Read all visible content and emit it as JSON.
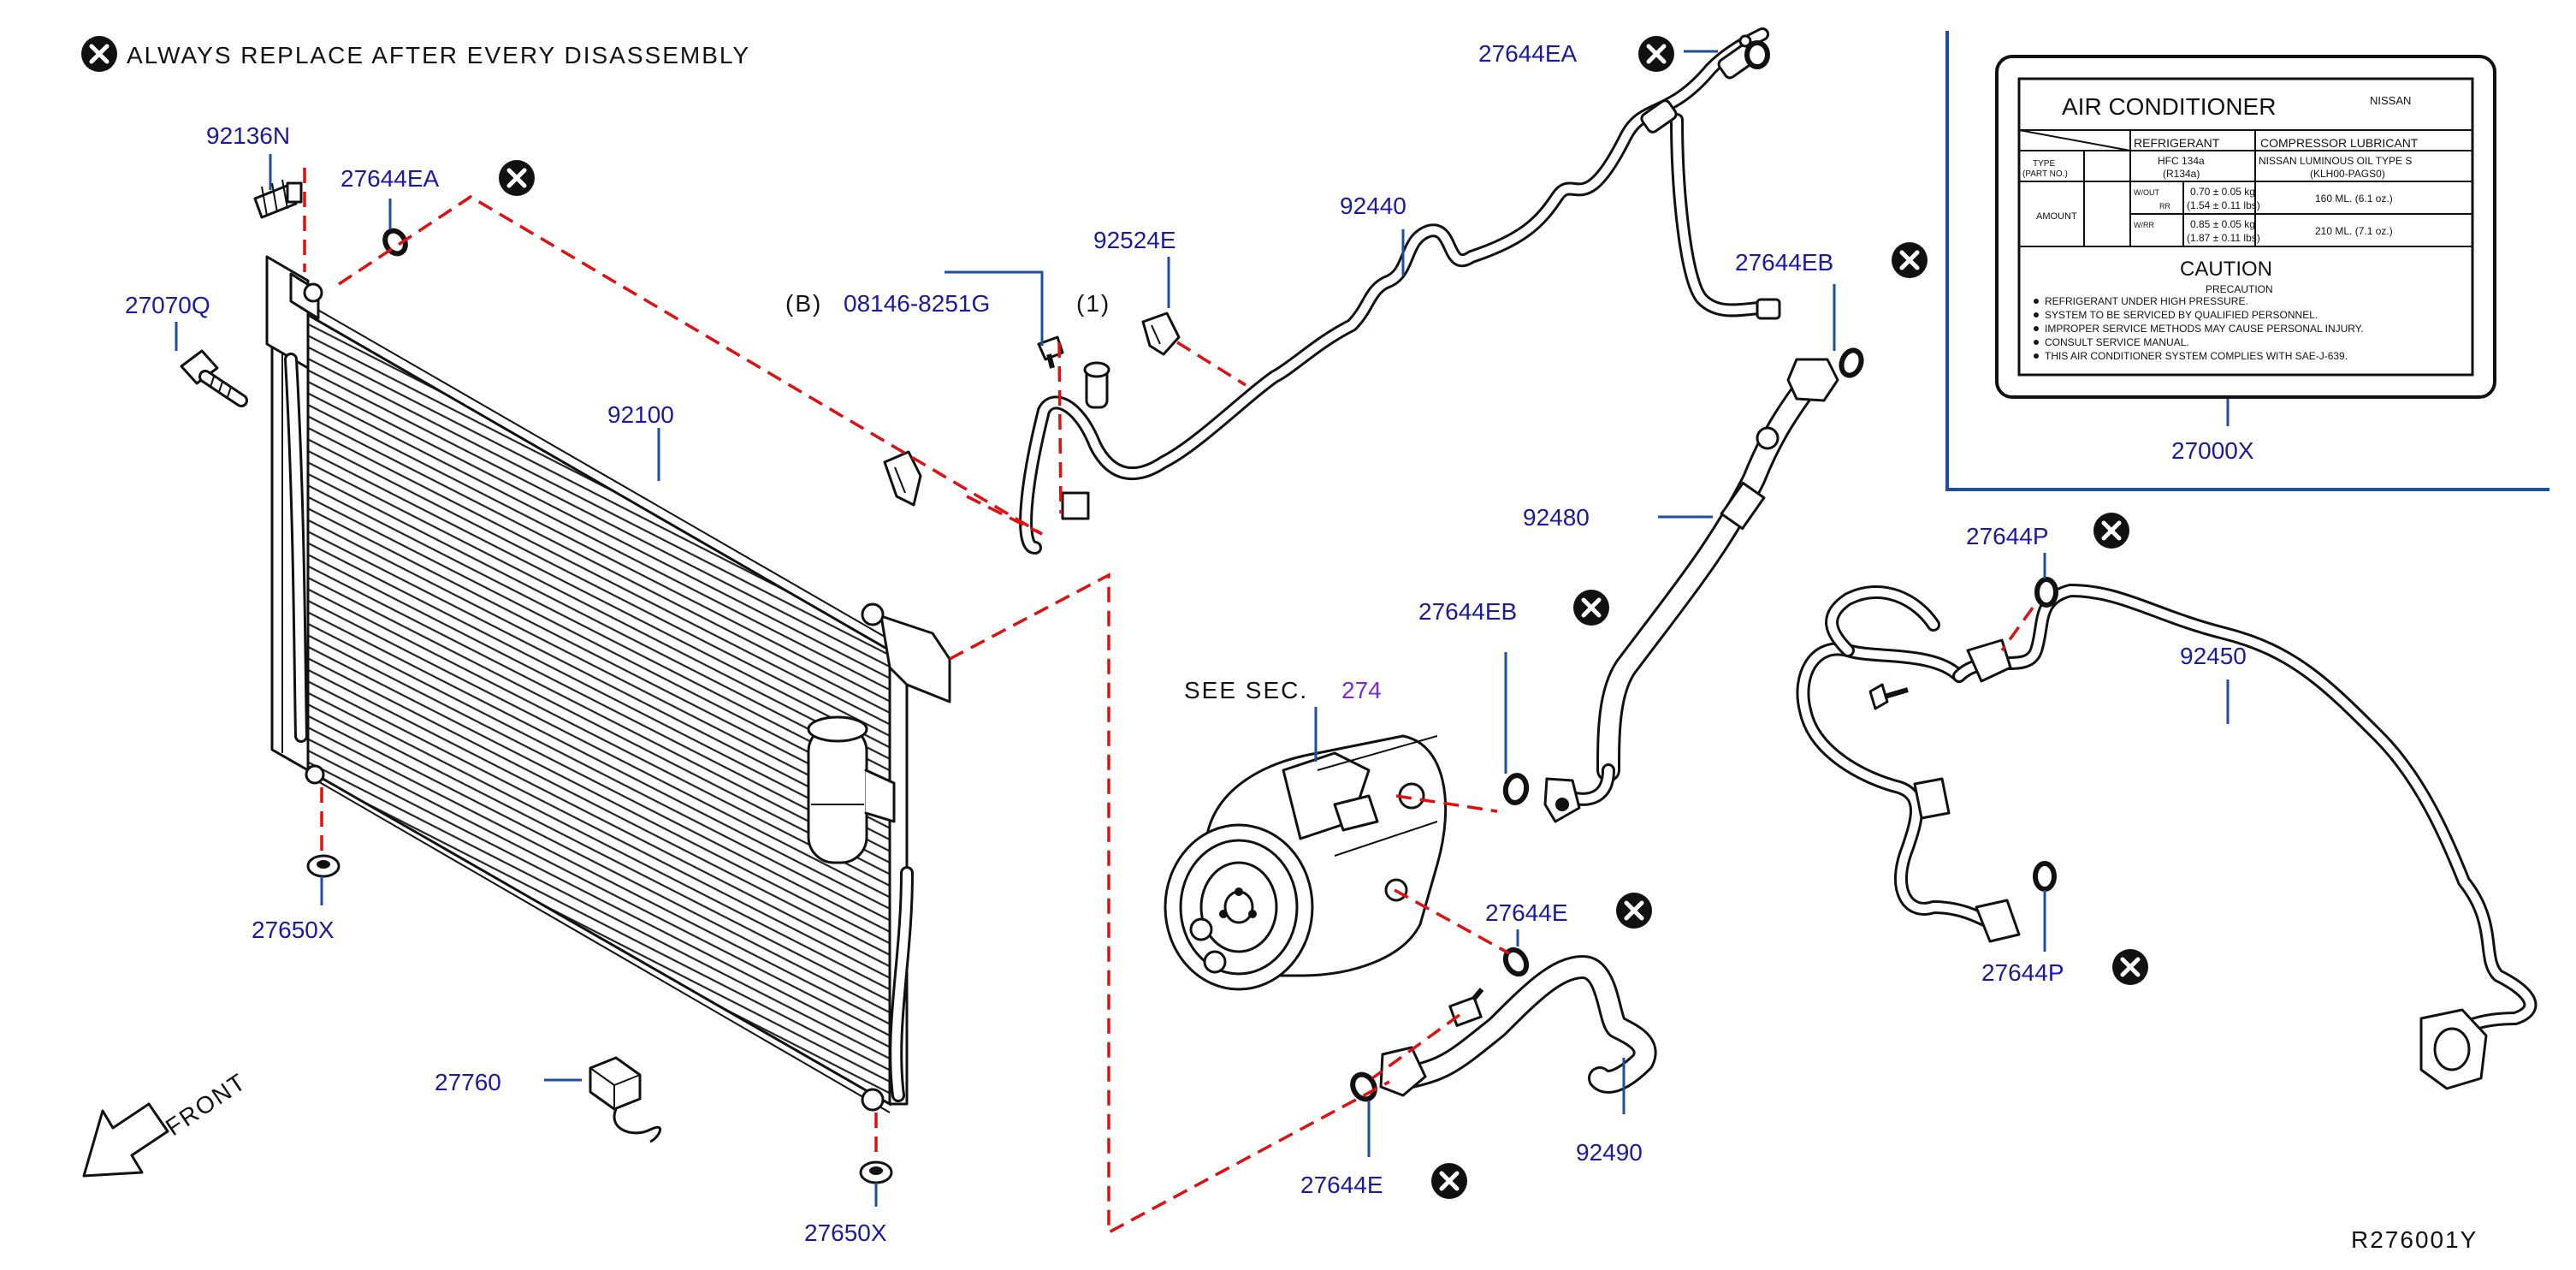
{
  "legend": {
    "text": "ALWAYS REPLACE AFTER EVERY DISASSEMBLY",
    "icon": "x-circle-icon"
  },
  "reference": "R276001Y",
  "front_label": "FRONT",
  "compressor_ref": {
    "see": "SEE SEC.",
    "section": "274"
  },
  "bolt_note": {
    "prefix": "(B)",
    "part": "08146-8251G",
    "qty": "(1)"
  },
  "parts": {
    "p92136N": "92136N",
    "p27644EA_a": "27644EA",
    "p27644EA_b": "27644EA",
    "p27070Q": "27070Q",
    "p92100": "92100",
    "p92524E": "92524E",
    "p92440": "92440",
    "p27644EB_a": "27644EB",
    "p27644EB_b": "27644EB",
    "p92480": "92480",
    "p27650X_a": "27650X",
    "p27650X_b": "27650X",
    "p27760": "27760",
    "p27644E_a": "27644E",
    "p27644E_b": "27644E",
    "p92490": "92490",
    "p27644P_a": "27644P",
    "p27644P_b": "27644P",
    "p92450": "92450",
    "p27000X": "27000X"
  },
  "label_card": {
    "title": "AIR CONDITIONER",
    "brand": "NISSAN",
    "col_refrigerant": "REFRIGERANT",
    "col_compressor": "COMPRESSOR LUBRICANT",
    "type_label": "TYPE",
    "part_no_label": "(PART NO.)",
    "refrigerant_type": "HFC 134a",
    "refrigerant_type2": "(R134a)",
    "lubricant_type": "NISSAN LUMINOUS OIL TYPE S",
    "lubricant_part": "(KLH00-PAGS0)",
    "amount_label": "AMOUNT",
    "wout_label": "W/OUT",
    "rr_label": "RR",
    "wrr_label": "W/RR",
    "wout_kg": "0.70 ± 0.05 kg",
    "wout_lbs": "(1.54 ± 0.11 lbs)",
    "wrr_kg": "0.85 ± 0.05 kg",
    "wrr_lbs": "(1.87 ± 0.11 lbs)",
    "lub_wout": "160 ML. (6.1 oz.)",
    "lub_wrr": "210 ML. (7.1 oz.)",
    "caution_title": "CAUTION",
    "precaution": "PRECAUTION",
    "caution_lines": [
      "REFRIGERANT UNDER HIGH PRESSURE.",
      "SYSTEM TO BE SERVICED BY QUALIFIED PERSONNEL.",
      "IMPROPER SERVICE METHODS MAY CAUSE PERSONAL INJURY.",
      "CONSULT SERVICE MANUAL.",
      "THIS AIR CONDITIONER SYSTEM COMPLIES WITH SAE-J-639."
    ]
  }
}
